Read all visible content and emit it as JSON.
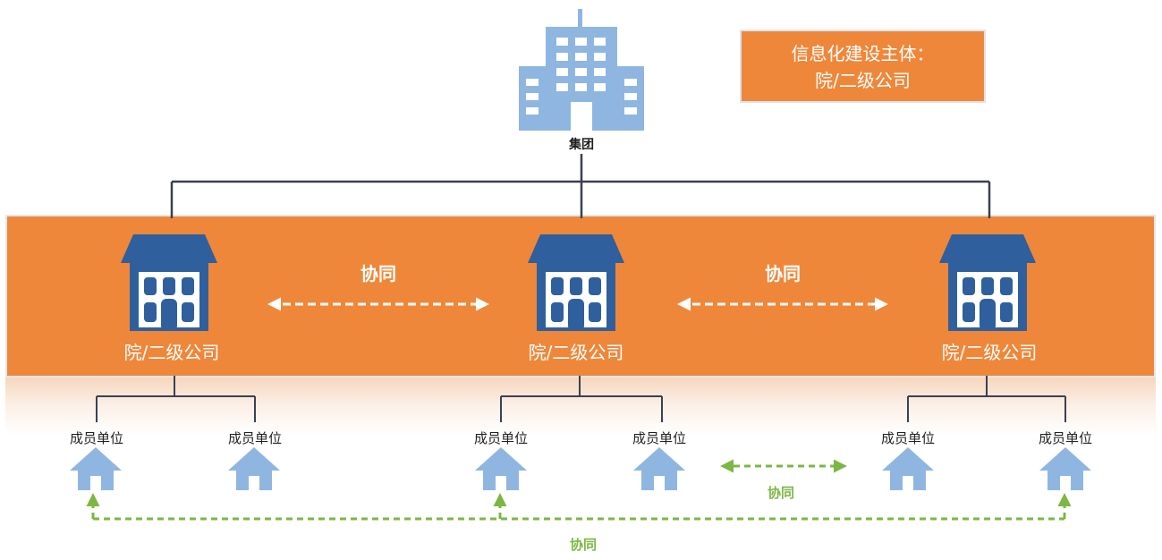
{
  "legend": {
    "line1": "信息化建设主体：",
    "line2": "院/二级公司"
  },
  "group": {
    "label": "集团"
  },
  "companies": [
    {
      "label": "院/二级公司"
    },
    {
      "label": "院/二级公司"
    },
    {
      "label": "院/二级公司"
    }
  ],
  "collab_orange": [
    {
      "label": "协同"
    },
    {
      "label": "协同"
    }
  ],
  "members": [
    {
      "label": "成员单位"
    },
    {
      "label": "成员单位"
    },
    {
      "label": "成员单位"
    },
    {
      "label": "成员单位"
    },
    {
      "label": "成员单位"
    },
    {
      "label": "成员单位"
    }
  ],
  "collab_green": [
    {
      "label": "协同"
    },
    {
      "label": "协同"
    }
  ],
  "colors": {
    "orange": "#ef873a",
    "dark_blue": "#2f5f9d",
    "light_blue": "#8fb6e0",
    "green": "#7cb742",
    "line": "#3a4150"
  }
}
